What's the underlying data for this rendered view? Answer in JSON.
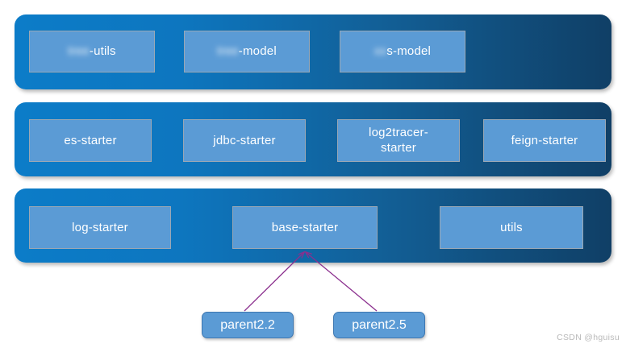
{
  "diagram": {
    "watermark": "CSDN @hguisu",
    "colors": {
      "band_start": "#0c7cc8",
      "band_end": "#103f66",
      "module_fill": "#5b9bd5",
      "module_border": "#9aa7b4",
      "parent_fill": "#5b9bd5",
      "parent_border": "#3e78b2",
      "connector": "#8b2f8e",
      "text": "#ffffff",
      "background": "#ffffff"
    },
    "layers": [
      {
        "name": "layer-top",
        "modules": [
          {
            "label": "-utils",
            "redacted_prefix": "tree",
            "label_full": "tree-utils"
          },
          {
            "label": "-model",
            "redacted_prefix": "tree",
            "label_full": "tree-model"
          },
          {
            "label": "s-model",
            "redacted_prefix": "xx",
            "label_full": "xxs-model"
          }
        ]
      },
      {
        "name": "layer-starters",
        "modules": [
          {
            "label": "es-starter"
          },
          {
            "label": "jdbc-starter"
          },
          {
            "label": "log2tracer-\nstarter",
            "line1": "log2tracer-",
            "line2": "starter"
          },
          {
            "label": "feign-starter"
          }
        ]
      },
      {
        "name": "layer-base",
        "modules": [
          {
            "label": "log-starter"
          },
          {
            "label": "base-starter"
          },
          {
            "label": "utils"
          }
        ]
      }
    ],
    "parents": [
      {
        "label": "parent2.2"
      },
      {
        "label": "parent2.5"
      }
    ],
    "connectors": [
      {
        "from": "parent2.2",
        "to": "base-starter",
        "style": "arrow"
      },
      {
        "from": "parent2.5",
        "to": "base-starter",
        "style": "arrow"
      }
    ]
  }
}
